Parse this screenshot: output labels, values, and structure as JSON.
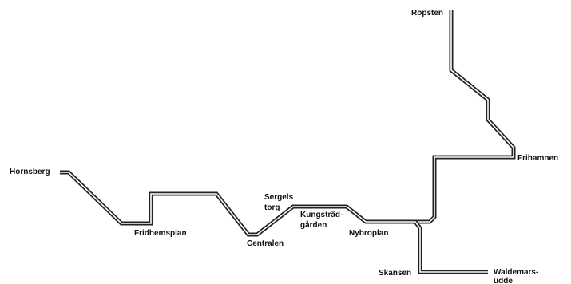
{
  "map": {
    "line_color": "#222222",
    "stations": {
      "hornsberg": "Hornsberg",
      "fridhemsplan": "Fridhemsplan",
      "centralen": "Centralen",
      "sergels_torg_line1": "Sergels",
      "sergels_torg_line2": "torg",
      "kungstradgarden_line1": "Kungsträd-",
      "kungstradgarden_line2": "gården",
      "nybroplan": "Nybroplan",
      "skansen": "Skansen",
      "waldemarsudde_line1": "Waldemars-",
      "waldemarsudde_line2": "udde",
      "frihamnen": "Frihamnen",
      "ropsten": "Ropsten"
    }
  }
}
